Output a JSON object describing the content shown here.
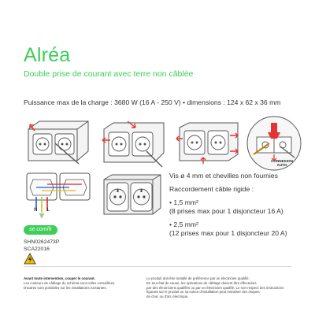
{
  "header": {
    "title": "Alréa",
    "subtitle": "Double prise de courant avec terre non câblée"
  },
  "specs": {
    "text": "Puissance max de la charge :  3680 W (16 A - 250 V) • dimensions : 124 x 62 x 36 mm"
  },
  "figures": {
    "connector_label": "CONNEXION AUTO",
    "wiring_labels": [
      "N",
      "L"
    ]
  },
  "install": {
    "note": "Vis ø 4 mm et chevilles non fournies",
    "cable_title": "Raccordement câble rigide :",
    "option1_line1": "• 1,5 mm²",
    "option1_line2": "(8 prises max pour 1 disjoncteur 16 A)",
    "option2_line1": "• 2,5 mm²",
    "option2_line2": "(12 prises max pour 1 disjoncteur 20 A)"
  },
  "footer": {
    "website": "se.com/fr",
    "ref1": "SHN0262473P",
    "ref2": "SCA22016",
    "warning_title": "Avant toute intervention, couper le courant.",
    "warning_line2": "Les couleurs de câblage du schéma sont celles conseillées.",
    "warning_line3": "D'autres sont possibles sur les installations existantes.",
    "legal_line1": "Le produit doit être installé de préférence par un électricien qualifié.",
    "legal_line2": "En tout état de cause, les opérations de câblage doivent être effectuées",
    "legal_line3": "par des électriciens qualifiés ou par un électricien qualifié. Le non respect des instructions",
    "legal_line4": "figurant sur le produit ou sa notice d'installation peut entraîner des risques",
    "legal_line5": "de choc ou d'arc électrique."
  },
  "colors": {
    "brand_green": "#3dcd58",
    "arrow_red": "#e63232"
  }
}
